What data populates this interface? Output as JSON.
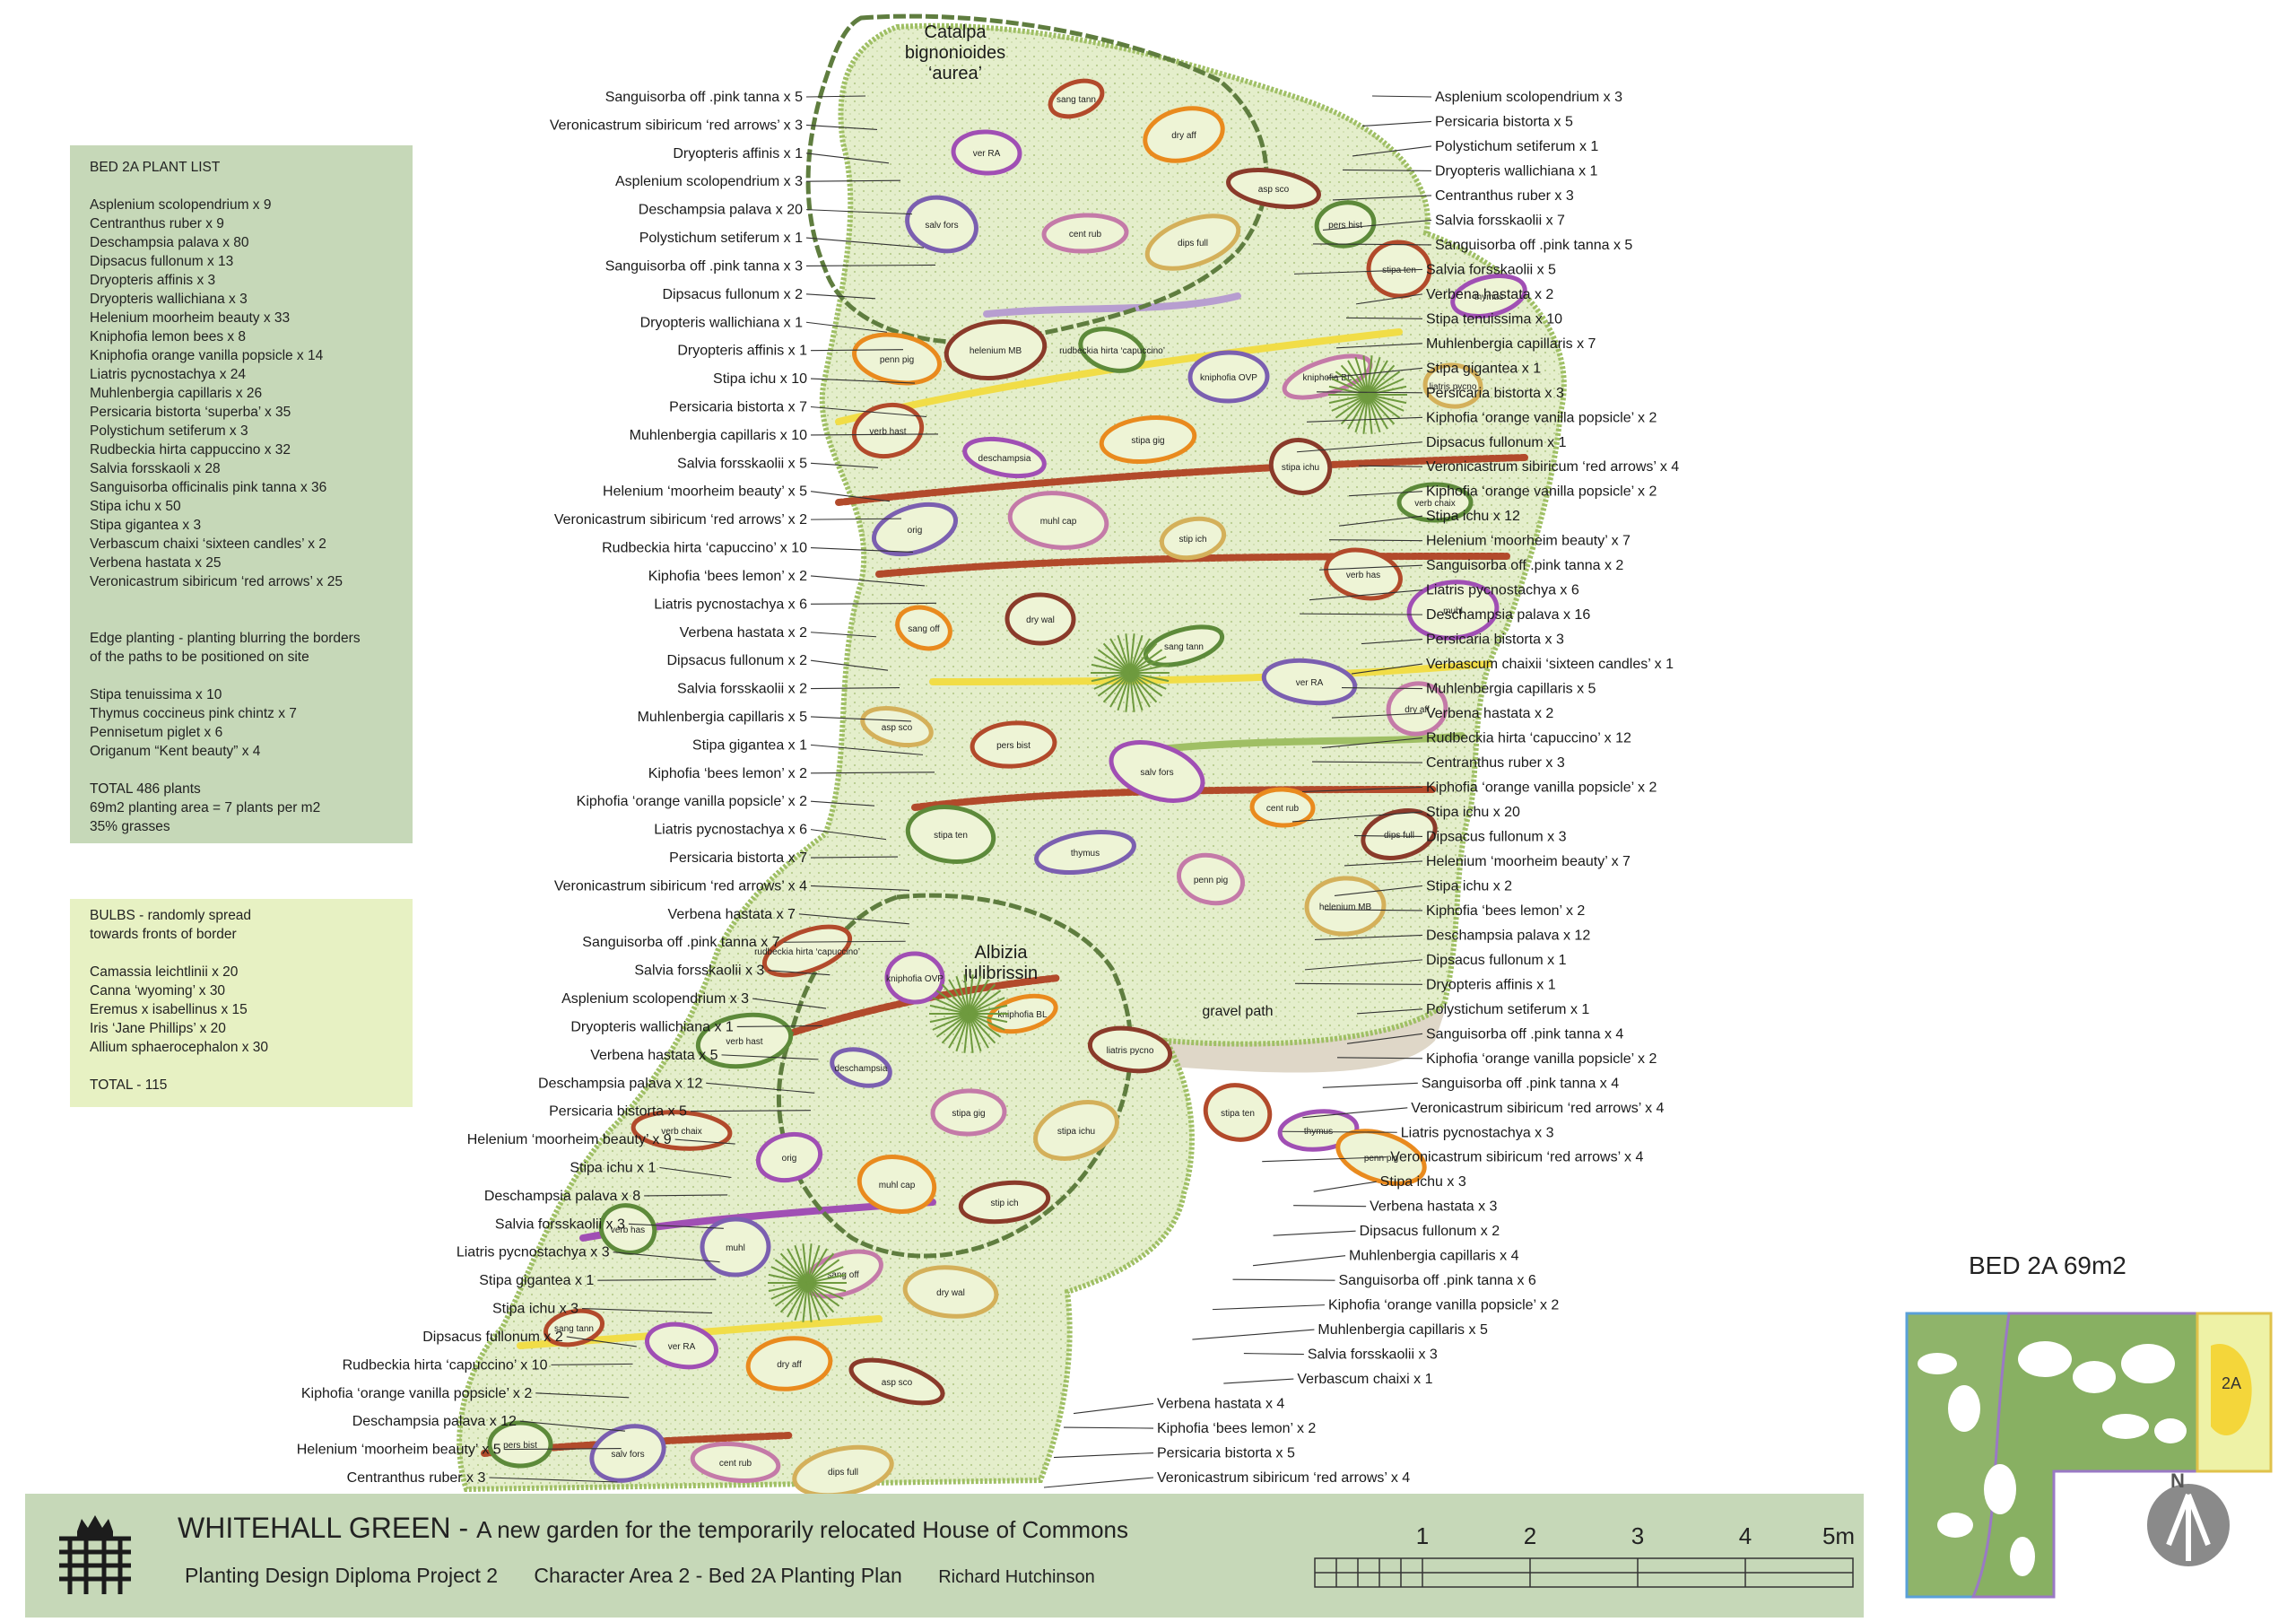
{
  "plant_list": {
    "heading": "BED 2A PLANT LIST",
    "items": [
      "Asplenium scolopendrium x 9",
      "Centranthus ruber x 9",
      "Deschampsia palava x 80",
      "Dipsacus fullonum x 13",
      "Dryopteris affinis x 3",
      "Dryopteris wallichiana x 3",
      "Helenium moorheim beauty x 33",
      "Kniphofia lemon bees x 8",
      "Kniphofia orange vanilla popsicle x 14",
      "Liatris pycnostachya x 24",
      "Muhlenbergia capillaris x 26",
      "Persicaria bistorta ‘superba’ x 35",
      "Polystichum setiferum x 3",
      "Rudbeckia hirta cappuccino x 32",
      "Salvia forsskaoli x 28",
      "Sanguisorba officinalis pink tanna x 36",
      "Stipa ichu x 50",
      "Stipa gigantea x 3",
      "Verbascum chaixi ‘sixteen candles’ x 2",
      "Verbena hastata x 25",
      "Veronicastrum sibiricum ‘red arrows’ x 25"
    ],
    "edge_note_1": "Edge planting - planting blurring the borders",
    "edge_note_2": "of the paths to be positioned on site",
    "edge_items": [
      "Stipa tenuissima x 10",
      "Thymus coccineus pink chintz x 7",
      "Pennisetum piglet x 6",
      "Origanum “Kent beauty” x 4"
    ],
    "total": "TOTAL 486 plants",
    "density": "69m2 planting area = 7 plants per m2",
    "grasses": "35% grasses"
  },
  "bulbs": {
    "heading_1": "BULBS -  randomly spread",
    "heading_2": "towards fronts of border",
    "items": [
      "Camassia leichtlinii x 20",
      "Canna ‘wyoming’ x 30",
      "Eremus x isabellinus x 15",
      "Iris ‘Jane Phillips’ x 20",
      "Allium sphaerocephalon x 30"
    ],
    "total": "TOTAL - 115"
  },
  "trees": {
    "catalpa_1": "Catalpa",
    "catalpa_2": "bignonioides",
    "catalpa_3": "‘aurea’",
    "albizia_1": "Albizia",
    "albizia_2": "julibrissin",
    "gravel": "gravel path"
  },
  "callouts_left": [
    "Sanguisorba off .pink tanna x 5",
    "Veronicastrum sibiricum ‘red arrows’ x 3",
    "Dryopteris affinis x 1",
    "Asplenium scolopendrium x 3",
    "Deschampsia palava x 20",
    "Polystichum setiferum x 1",
    "Sanguisorba off .pink tanna x 3",
    "Dipsacus fullonum x 2",
    "Dryopteris wallichiana x 1",
    "Dryopteris affinis x 1",
    "Stipa ichu x 10",
    "Persicaria bistorta x 7",
    "Muhlenbergia capillaris x 10",
    "Salvia forsskaolii x 5",
    "Helenium ‘moorheim beauty’ x 5",
    "Veronicastrum sibiricum ‘red arrows’ x 2",
    "Rudbeckia hirta ‘capuccino’ x 10",
    "Kiphofia ‘bees lemon’ x 2",
    "Liatris pycnostachya x 6",
    "Verbena hastata x 2",
    "Dipsacus fullonum x 2",
    "Salvia forsskaolii x 2",
    "Muhlenbergia capillaris x 5",
    "Stipa gigantea x 1",
    "Kiphofia ‘bees lemon’ x 2",
    "Kiphofia ‘orange vanilla popsicle’ x 2",
    "Liatris pycnostachya x 6",
    "Persicaria bistorta x 7",
    "Veronicastrum sibiricum ‘red arrows’ x 4",
    "Verbena hastata x 7",
    "Sanguisorba off .pink tanna x 7",
    "Salvia forsskaolii x 3",
    "Asplenium scolopendrium x 3",
    "Dryopteris wallichiana x 1",
    "Verbena hastata x 5",
    "Deschampsia palava x 12",
    "Persicaria bistorta x 5",
    "Helenium ‘moorheim beauty’ x 9",
    "Stipa ichu x 1",
    "Deschampsia palava x 8",
    "Salvia forsskaolii x 3",
    "Liatris pycnostachya x 3",
    "Stipa gigantea x 1",
    "Stipa ichu x 3",
    "Dipsacus fullonum x 2",
    "Rudbeckia hirta ‘capuccino’ x 10",
    "Kiphofia ‘orange vanilla popsicle’ x 2",
    "Deschampsia palava x 12",
    "Helenium ‘moorheim beauty’ x 5",
    "Centranthus ruber x 3"
  ],
  "callouts_right": [
    "Asplenium scolopendrium x 3",
    "Persicaria bistorta x 5",
    "Polystichum setiferum x 1",
    "Dryopteris wallichiana x 1",
    "Centranthus ruber x 3",
    "Salvia forsskaolii x 7",
    "Sanguisorba off .pink tanna x 5",
    "Salvia forsskaolii x 5",
    "Verbena hastata x 2",
    "Stipa tenuissima x 10",
    "Muhlenbergia capillaris x 7",
    "Stipa gigantea x 1",
    "Persicaria bistorta x 3",
    "Kiphofia ‘orange vanilla popsicle’ x 2",
    "Dipsacus fullonum x 1",
    "Veronicastrum sibiricum ‘red arrows’ x 4",
    "Kiphofia ‘orange vanilla popsicle’ x 2",
    "Stipa ichu x 12",
    "Helenium ‘moorheim beauty’ x 7",
    "Sanguisorba off .pink tanna x 2",
    "Liatris pycnostachya x 6",
    "Deschampsia palava x 16",
    "Persicaria bistorta x 3",
    "Verbascum chaixii ‘sixteen candles’ x 1",
    "Muhlenbergia capillaris x 5",
    "Verbena hastata x 2",
    "Rudbeckia hirta ‘capuccino’ x 12",
    "Centranthus ruber x 3",
    "Kiphofia ‘orange vanilla popsicle’ x 2",
    "Stipa ichu x 20",
    "Dipsacus fullonum x 3",
    "Helenium ‘moorheim beauty’ x 7",
    "Stipa ichu x 2",
    "Kiphofia ‘bees lemon’ x 2",
    "Deschampsia palava x 12",
    "Dipsacus fullonum x 1",
    "Dryopteris affinis x 1",
    "Polystichum setiferum x 1",
    "Sanguisorba off .pink tanna x 4",
    "Kiphofia ‘orange vanilla popsicle’ x 2",
    "Sanguisorba off .pink tanna x 4",
    "Veronicastrum sibiricum ‘red arrows’ x 4",
    "Liatris pycnostachya x 3",
    "Veronicastrum sibiricum ‘red arrows’ x 4",
    "Stipa ichu x 3",
    "Verbena hastata x 3",
    "Dipsacus fullonum x 2",
    "Muhlenbergia capillaris x 4",
    "Sanguisorba off .pink tanna x 6",
    "Kiphofia ‘orange vanilla popsicle’ x 2",
    "Muhlenbergia capillaris x 5",
    "Salvia forsskaolii x 3",
    "Verbascum chaixi x 1",
    "Verbena hastata x 4",
    "Kiphofia ‘bees lemon’ x 2",
    "Persicaria bistorta x 5",
    "Veronicastrum sibiricum ‘red arrows’ x 4"
  ],
  "bed_labels": [
    "sang tann",
    "ver RA",
    "dry aff",
    "asp sco",
    "pers bist",
    "salv fors",
    "cent rub",
    "dips full",
    "stipa ten",
    "thymus",
    "penn pig",
    "helenium MB",
    "rudbeckia hirta ‘capuccino’",
    "kniphofia OVP",
    "kniphofia BL",
    "liatris pycno",
    "verb hast",
    "deschampsia",
    "stipa gig",
    "stipa ichu",
    "verb chaix",
    "orig",
    "muhl cap",
    "stip ich",
    "verb has",
    "muhl",
    "sang off",
    "dry wal"
  ],
  "title_block": {
    "title": "WHITEHALL GREEN - ",
    "subtitle": "A new garden for the temporarily relocated House of Commons",
    "project": "Planting Design Diploma Project 2",
    "area": "Character Area 2 - Bed 2A Planting Plan",
    "author": "Richard Hutchinson"
  },
  "scale": {
    "ticks": [
      "1",
      "2",
      "3",
      "4",
      "5m"
    ]
  },
  "key": {
    "title": "BED 2A 69m2",
    "bed_tag": "2A",
    "north": "N"
  },
  "colors": {
    "panel_green": "#c6d8b8",
    "panel_light": "#e7f1c3",
    "bed_fill": "#e4eecb",
    "hedge": "#5f7d3f",
    "helenium": "#b24a2b",
    "verbena": "#a04fb4",
    "kniphofia": "#e98a1e",
    "rudbeckia": "#f4e04d",
    "persicaria": "#8a3a2a"
  }
}
